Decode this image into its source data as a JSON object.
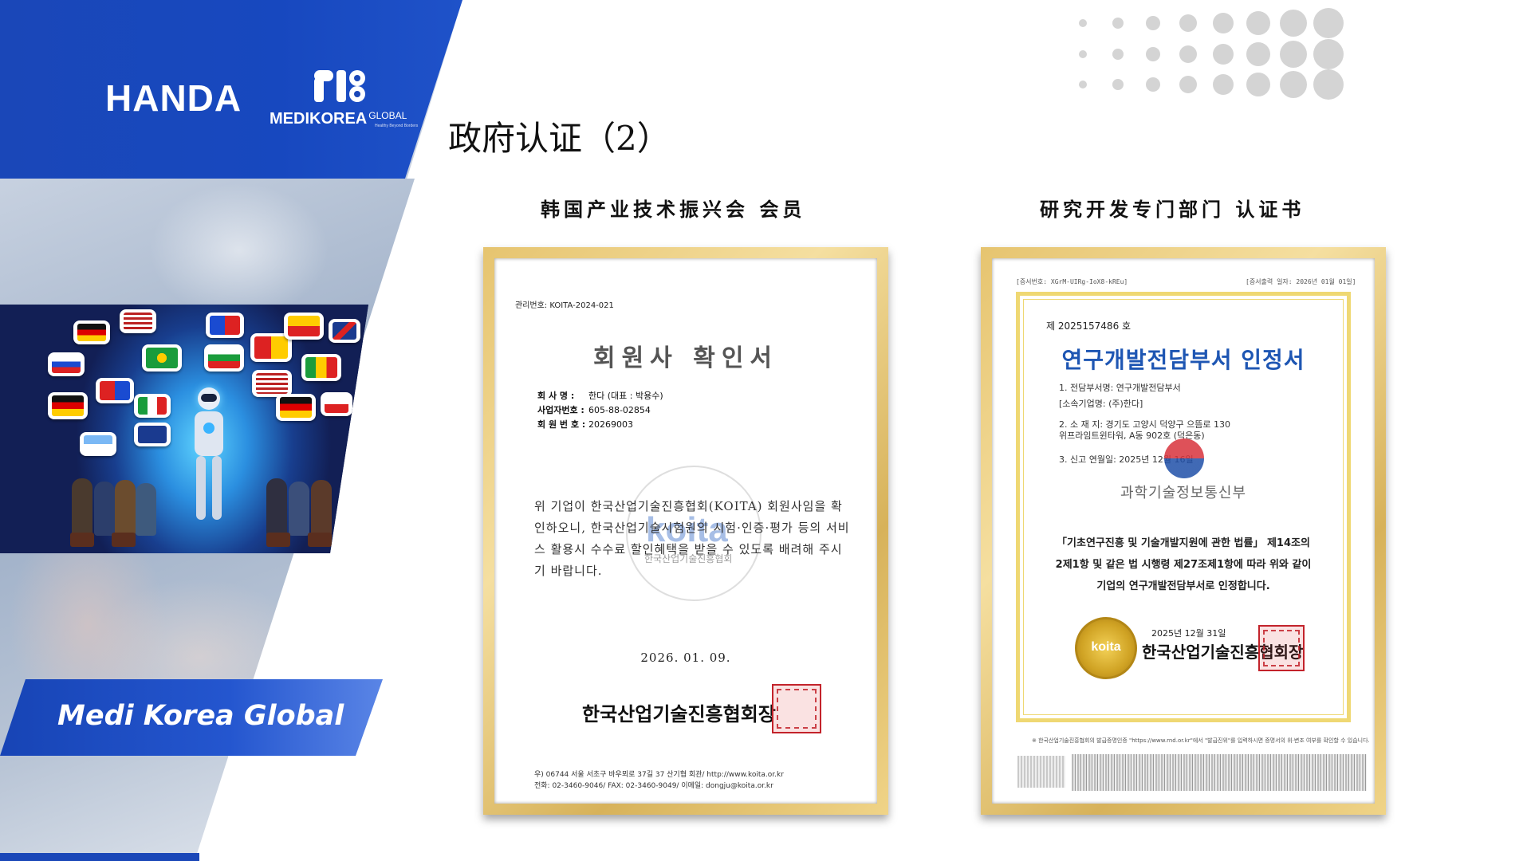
{
  "header": {
    "handa_logo": "HANDA",
    "medikorea_logo": "MEDIKOREA",
    "medikorea_global": "GLOBAL",
    "medikorea_tagline": "Healthy Beyond Borders",
    "page_title": "政府认证（2）"
  },
  "captions": {
    "left": "韩国产业技术振兴会 会员",
    "right": "研究开发专门部门 认证书"
  },
  "banner": {
    "text": "Medi Korea Global"
  },
  "certificate_left": {
    "mgmt_no": "관리번호: KOITA-2024-021",
    "title": "회원사 확인서",
    "fields": [
      {
        "label": "회 사 명 :",
        "value": "한다 (대표 : 박용수)"
      },
      {
        "label": "사업자번호 :",
        "value": "605-88-02854"
      },
      {
        "label": "회 원 번 호 :",
        "value": "20269003"
      }
    ],
    "body": "위 기업이 한국산업기술진흥협회(KOITA) 회원사임을 확인하오니, 한국산업기술시험원의 시험·인증·평가 등의 서비스 활용시 수수료 할인혜택을 받을 수 있도록 배려해 주시기 바랍니다.",
    "watermark": "koita",
    "watermark_sub": "한국산업기술진흥협회",
    "date": "2026. 01. 09.",
    "org": "한국산업기술진흥협회장",
    "address_line1": "우) 06744 서울 서초구 바우뫼로 37길 37 산기협 회관/  http://www.koita.or.kr",
    "address_line2": "전화: 02-3460-9046/       FAX: 02-3460-9049/           이메일: dongju@koita.or.kr"
  },
  "certificate_right": {
    "top_left": "[증서번호: XGrM-UIRg-IoX8-kREu]",
    "top_right": "[증서출력 일자: 2026년 01월 01일]",
    "number": "제 2025157486 호",
    "title": "연구개발전담부서 인정서",
    "fields": [
      "1. 전담부서명:  연구개발전담부서",
      "   [소속기업명: (주)한다]",
      "2. 소   재   지:  경기도 고양시 덕양구 으뜸로 130",
      "                    위프라임트윈타워, A동 902호 (덕은동)",
      "3. 신고 연월일:  2025년 12월 16일"
    ],
    "ministry": "과학기술정보통신부",
    "body_line1": "「기초연구진흥 및 기술개발지원에 관한 법률」 제14조의",
    "body_line2": "2제1항 및 같은 법 시행령 제27조제1항에 따라 위와 같이",
    "body_line3": "기업의 연구개발전담부서로 인정합니다.",
    "date": "2025년 12월 31일",
    "org": "한국산업기술진흥협회장",
    "seal_text": "koita",
    "footer": "※ 한국산업기술진흥협회의 발급증명인증 \"https://www.rnd.or.kr\"에서 \"발급진위\"를 입력하시면 증명서의 위·변조 여부를 확인할 수 있습니다."
  },
  "colors": {
    "brand_blue": "#1a47b8",
    "frame_gold": "#e6c46f",
    "cert_title_blue": "#1e56b3",
    "seal_red": "#c3232b"
  }
}
